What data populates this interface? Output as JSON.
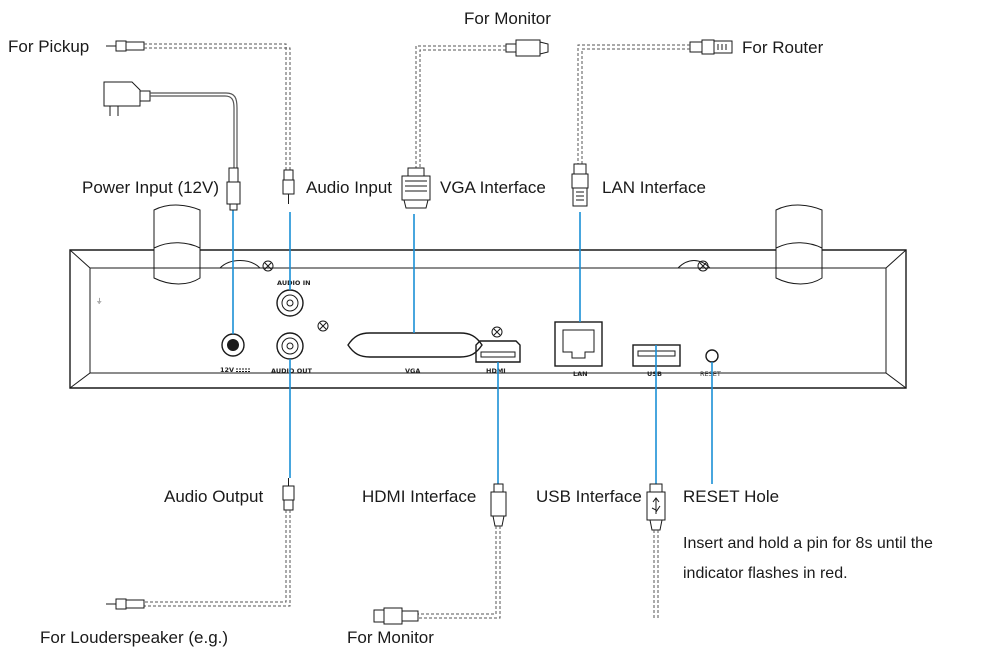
{
  "labels": {
    "for_pickup": "For Pickup",
    "for_monitor_top": "For Monitor",
    "for_router": "For Router",
    "power_input": "Power Input (12V)",
    "audio_input": "Audio Input",
    "vga_interface": "VGA Interface",
    "lan_interface": "LAN Interface",
    "audio_output": "Audio Output",
    "hdmi_interface": "HDMI Interface",
    "usb_interface": "USB Interface",
    "reset_hole": "RESET Hole",
    "reset_note_line1": "Insert and hold a pin for 8s until the",
    "reset_note_line2": "indicator flashes in red.",
    "for_loudspeaker": "For Louderspeaker (e.g.)",
    "for_monitor_bottom": "For Monitor"
  },
  "port_labels": {
    "power": "12V",
    "audio_in": "AUDIO IN",
    "audio_out": "AUDIO OUT",
    "vga": "VGA",
    "hdmi": "HDMI",
    "lan": "LAN",
    "usb": "USB",
    "reset": "RESET"
  },
  "colors": {
    "leader_line": "#1a8fd6",
    "outline": "#1a1a1a",
    "cable": "#555555"
  },
  "icons": {
    "power_adapter": "power-adapter-icon",
    "rca_plug": "rca-plug-icon",
    "vga_plug": "vga-plug-icon",
    "rj45_plug": "rj45-plug-icon",
    "hdmi_plug": "hdmi-plug-icon",
    "usb_plug": "usb-plug-icon",
    "screw": "screw-icon"
  }
}
